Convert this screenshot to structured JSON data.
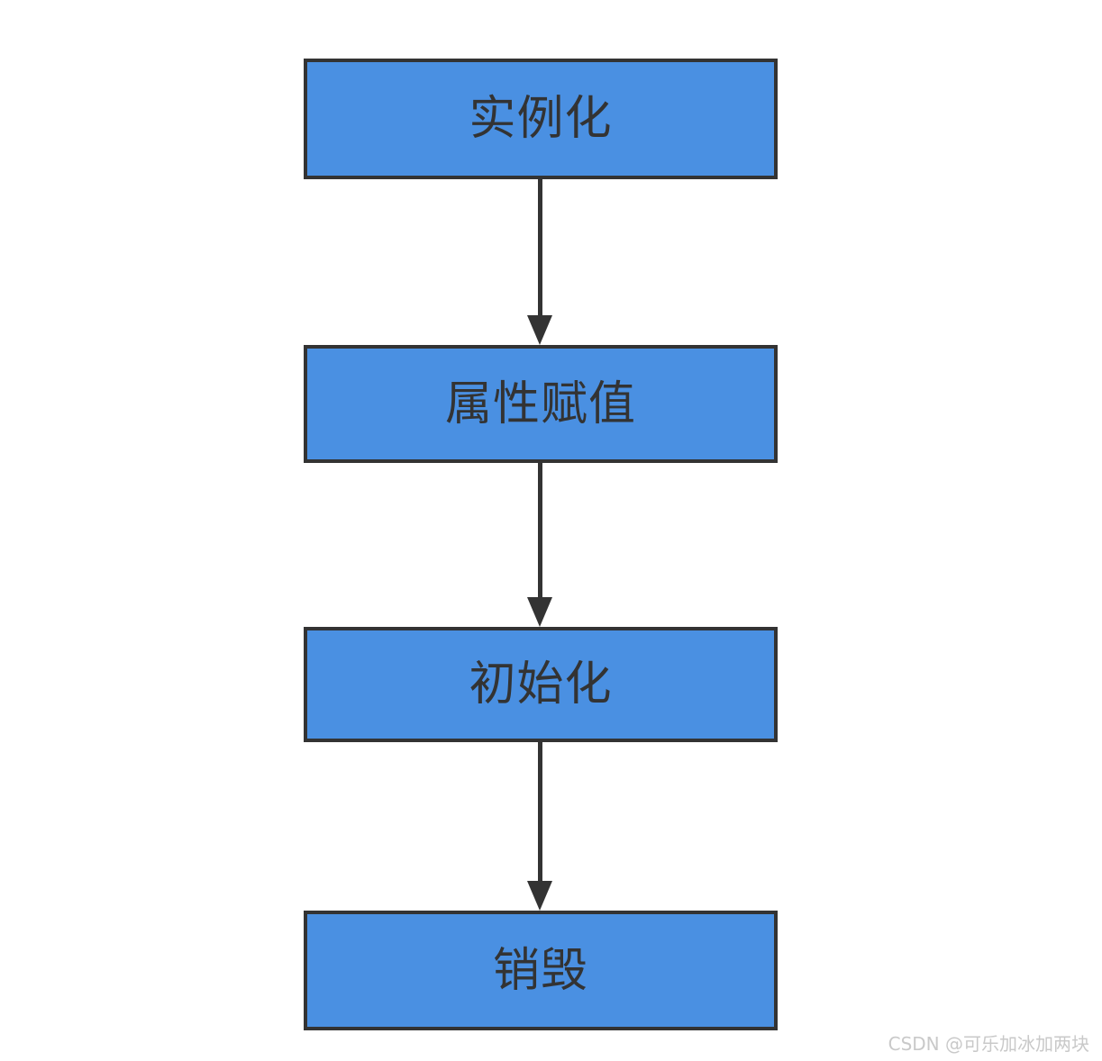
{
  "diagram": {
    "type": "flowchart",
    "orientation": "vertical-top-to-bottom",
    "background_color": "#ffffff",
    "node_fill_color": "#4a90e2",
    "node_border_color": "#333333",
    "node_text_color": "#333333",
    "connector_color": "#333333",
    "nodes": [
      {
        "id": "node-1",
        "label": "实例化"
      },
      {
        "id": "node-2",
        "label": "属性赋值"
      },
      {
        "id": "node-3",
        "label": "初始化"
      },
      {
        "id": "node-4",
        "label": "销毁"
      }
    ],
    "connectors": [
      {
        "id": "connector-1",
        "from": "node-1",
        "to": "node-2",
        "arrow": "down"
      },
      {
        "id": "connector-2",
        "from": "node-2",
        "to": "node-3",
        "arrow": "down"
      },
      {
        "id": "connector-3",
        "from": "node-3",
        "to": "node-4",
        "arrow": "down"
      }
    ]
  },
  "watermark": {
    "text": "CSDN @可乐加冰加两块",
    "color": "#c9c9c9"
  }
}
